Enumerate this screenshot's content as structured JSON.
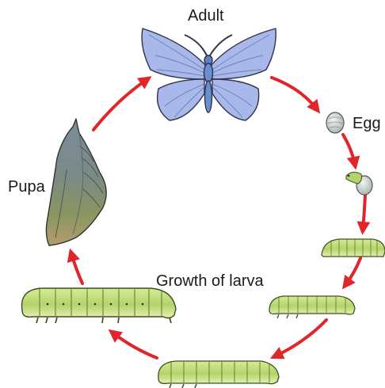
{
  "labels": {
    "adult": "Adult",
    "egg": "Egg",
    "pupa": "Pupa",
    "growth": "Growth of larva"
  },
  "colors": {
    "arrow": "#e0262b",
    "wing_fill": "#a9b8ea",
    "wing_stroke": "#3a3f55",
    "body": "#6a8fd0",
    "larva_light": "#dff0a0",
    "larva_mid": "#b6d46a",
    "larva_dark": "#8aac3e",
    "pupa_top": "#7f8f9c",
    "pupa_mid": "#8a9a60",
    "pupa_bottom": "#b09a6c",
    "egg": "#c9d2cf"
  }
}
